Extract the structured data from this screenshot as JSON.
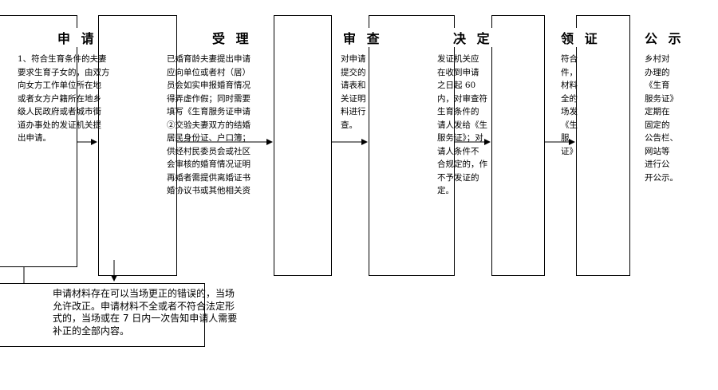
{
  "headers": {
    "apply": "申 请",
    "accept": "受 理",
    "review": "审 查",
    "decide": "决 定",
    "receive": "领 证",
    "publicize": "公 示"
  },
  "texts": {
    "apply": [
      "1、符合生育条件的夫妻",
      "要求生育子女的，由双方",
      "向女方工作单位所在地",
      "或者女方户籍所在地乡",
      "级人民政府或者城市街",
      "道办事处的发证机关提",
      "出申请。"
    ],
    "accept": [
      "已婚育龄夫妻提出申请",
      "应向单位或者村（居）",
      "员会如实申报婚育情况",
      "得弄虚作假；同时需要",
      "填写《生育服务证申请",
      "②交验夫妻双方的结婚",
      "居民身份证、户口簿；",
      "供经村民委员会或社区",
      "会审核的婚育情况证明",
      "再婚者需提供离婚证书",
      "婚协议书或其他相关资"
    ],
    "review": [
      "对申请",
      "提交的",
      "请表和",
      "关证明",
      "料进行",
      "查。"
    ],
    "decide": [
      "发证机关应",
      "在收到申请",
      "之日起 60",
      "内，对审查符",
      "生育条件的",
      "请人发给《生",
      "服务证》；对",
      "请人条件不",
      "合规定的，作",
      "不予发证的",
      "定。"
    ],
    "receive": [
      "符合",
      "件，",
      "材料",
      "全的",
      "场发",
      "《生",
      "服",
      "证》"
    ],
    "publicize": [
      "乡村对",
      "办理的",
      "《生育",
      "服务证》",
      "定期在",
      "固定的",
      "公告栏、",
      "网站等",
      "进行公",
      "开公示。"
    ]
  },
  "note": [
    "申请材料存在可以当场更正的错误的，当场",
    "允许改正。申请材料不全或者不符合法定形",
    "式的，当场或在 7 日内一次告知申请人需要",
    "补正的全部内容。"
  ]
}
